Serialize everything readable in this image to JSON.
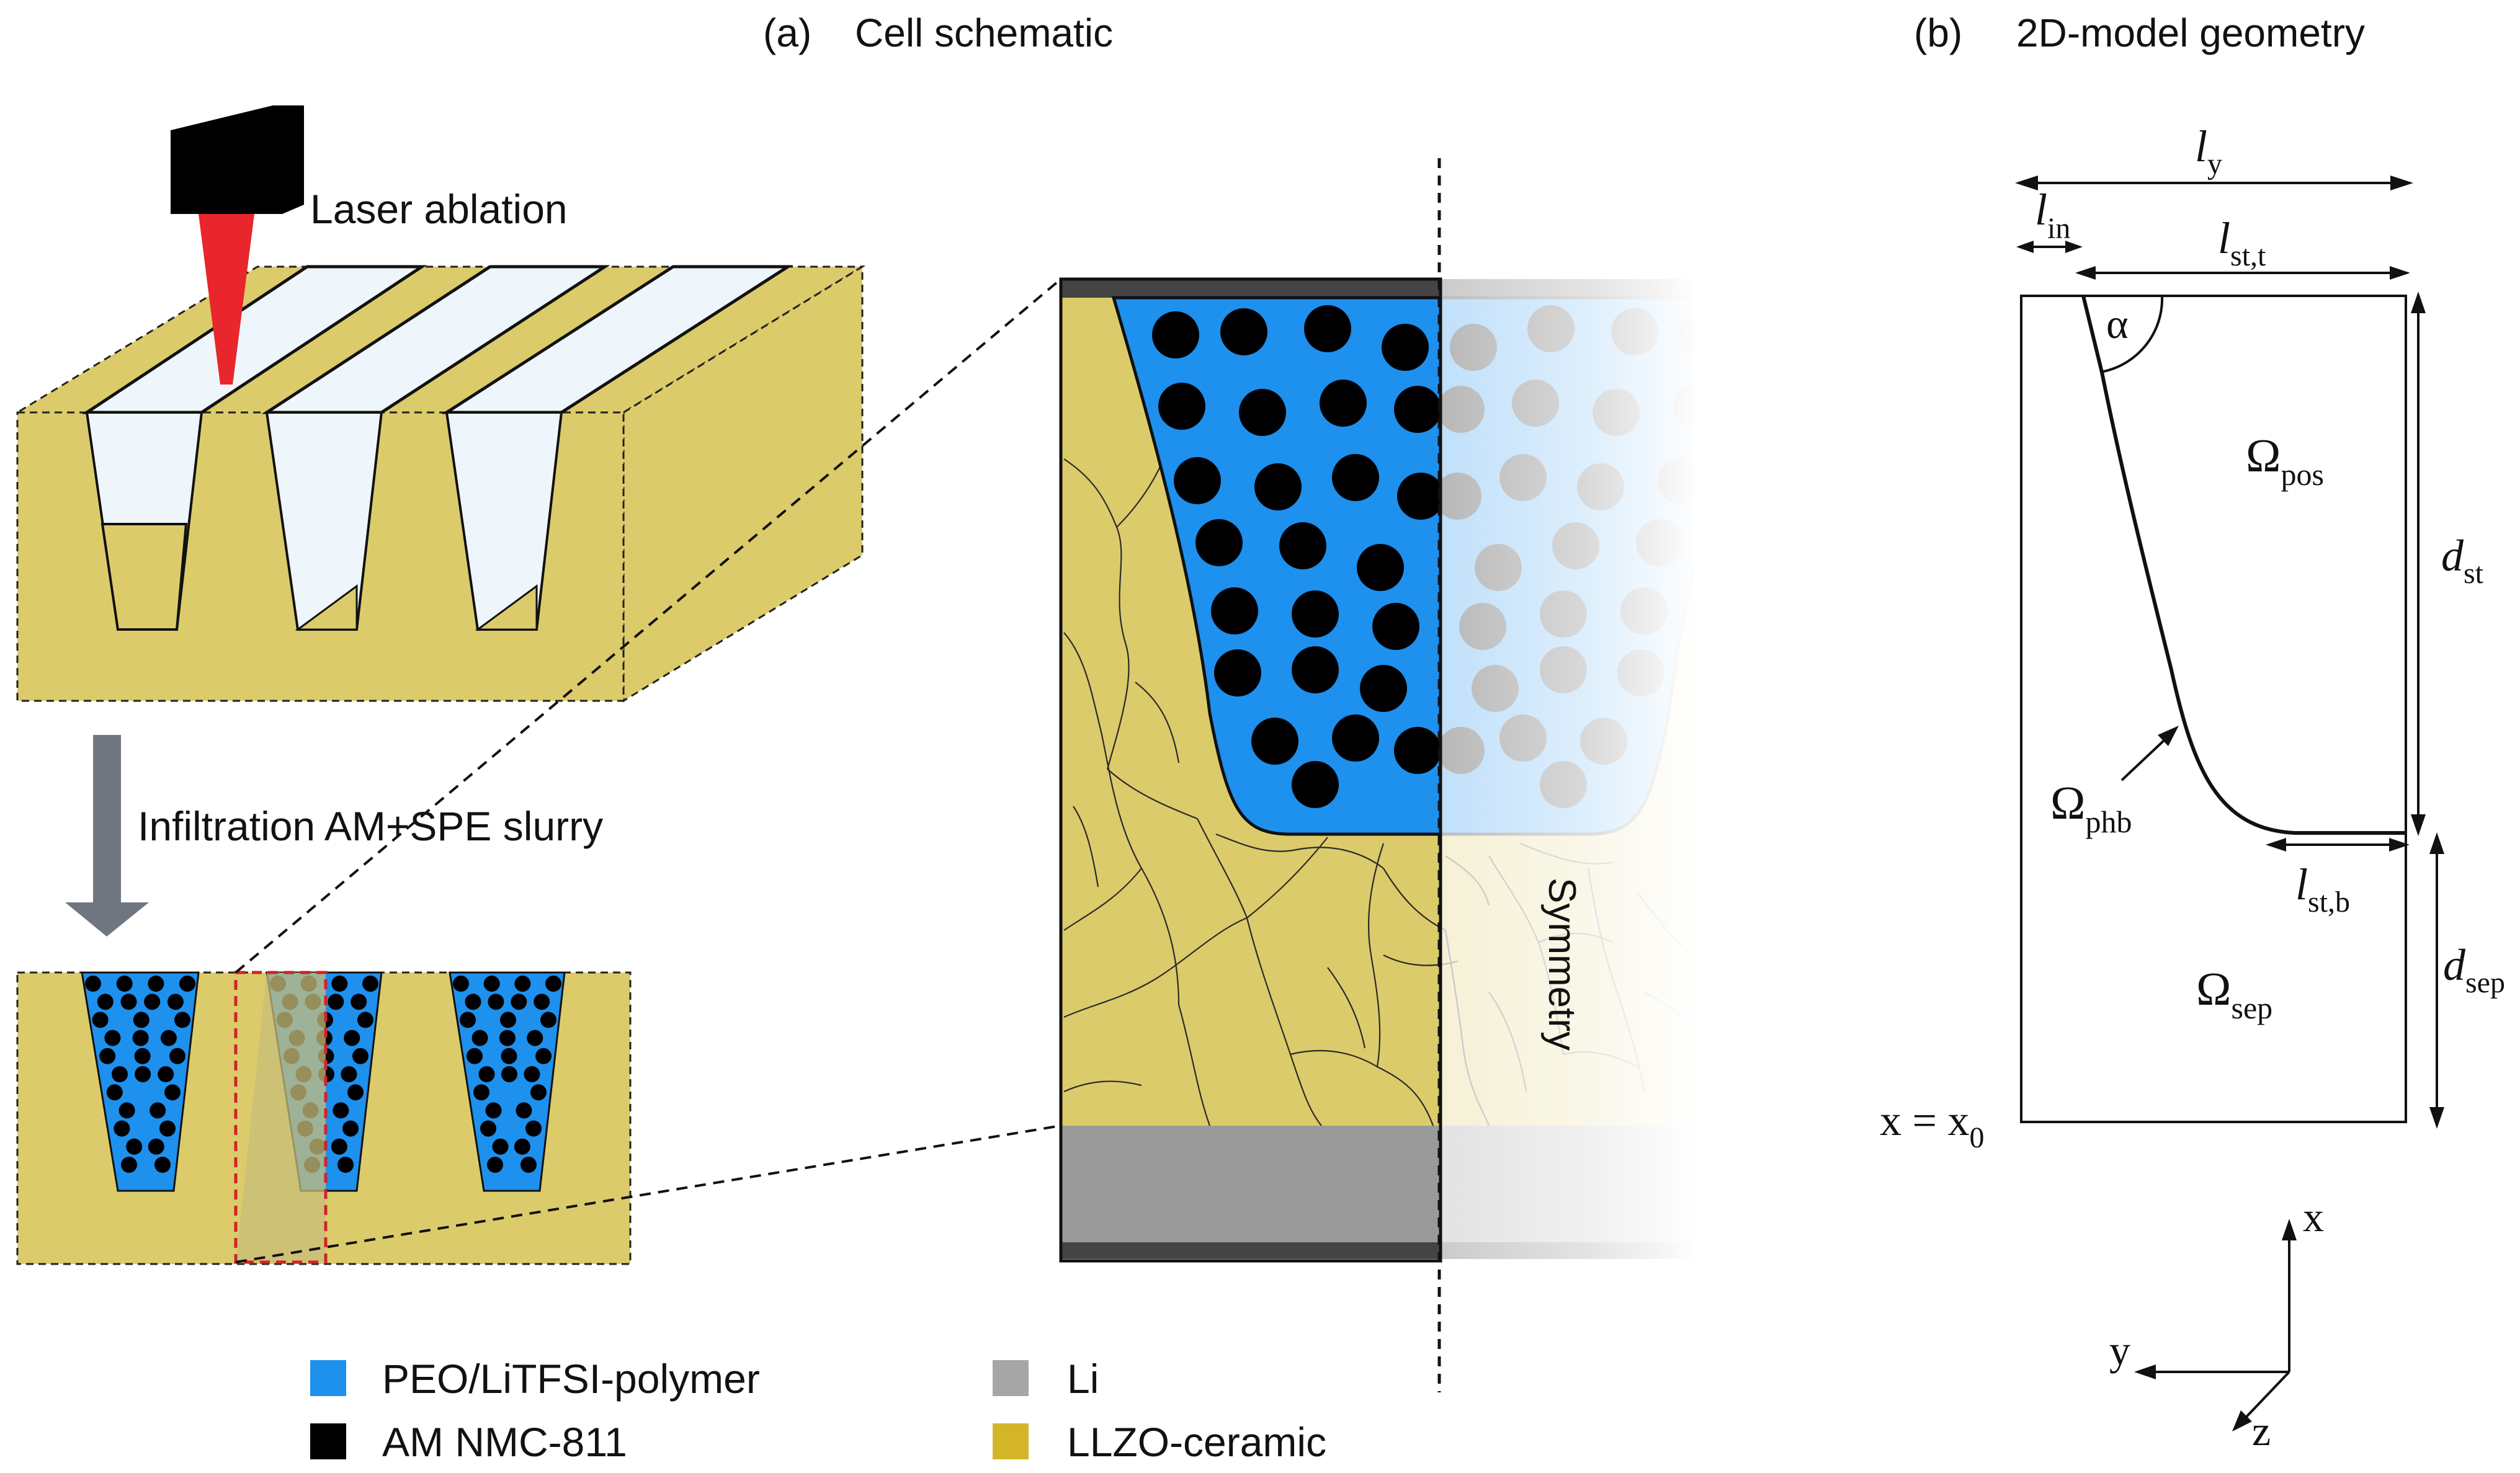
{
  "panel_a": {
    "label": "(a)",
    "title": "Cell schematic",
    "laser_label": "Laser ablation",
    "infiltration_label": "Infiltration AM+SPE slurry",
    "symmetry_label": "Symmetry"
  },
  "panel_b": {
    "label": "(b)",
    "title": "2D-model geometry",
    "ly": "l",
    "ly_sub": "y",
    "lin": "l",
    "lin_sub": "in",
    "lstt": "l",
    "lstt_sub": "st,t",
    "alpha": "α",
    "omega_pos": "Ω",
    "omega_pos_sub": "pos",
    "dst": "d",
    "dst_sub": "st",
    "omega_phb": "Ω",
    "omega_phb_sub": "phb",
    "lstb": "l",
    "lstb_sub": "st,b",
    "dsep": "d",
    "dsep_sub": "sep",
    "omega_sep": "Ω",
    "omega_sep_sub": "sep",
    "x0_main": "x = x",
    "x0_sub": "0",
    "axis_x": "x",
    "axis_y": "y",
    "axis_z": "z"
  },
  "legend": [
    {
      "label": "PEO/LiTFSI-polymer",
      "color": "#1e90ee"
    },
    {
      "label": "AM NMC-811",
      "color": "#000000"
    },
    {
      "label": "Li",
      "color": "#a6a6a6"
    },
    {
      "label": "LLZO-ceramic",
      "color": "#d4b52a"
    }
  ],
  "colors": {
    "ceramic": "#dccb6a",
    "polymer": "#1e90ee",
    "lithium": "#9a9a9a",
    "collector": "#444444",
    "laser": "#e8262b",
    "arrow": "#6f7680",
    "groove": "#eef5fb"
  }
}
